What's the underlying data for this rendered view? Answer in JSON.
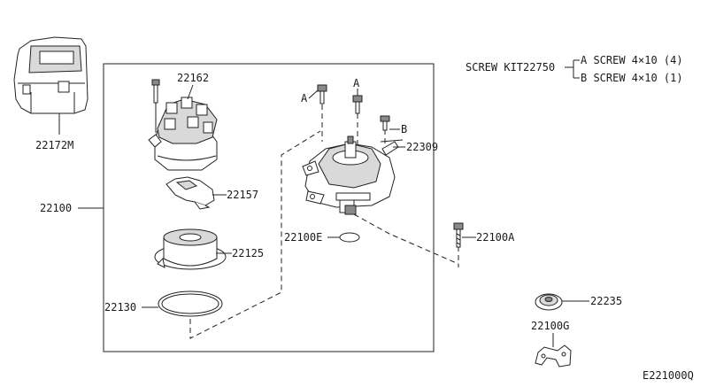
{
  "parts": {
    "p22172M": "22172M",
    "p22100": "22100",
    "p22162": "22162",
    "p22157": "22157",
    "p22125": "22125",
    "p22130": "22130",
    "p22309": "22309",
    "p22100E": "22100E",
    "p22100A": "22100A",
    "p22235": "22235",
    "p22100G": "22100G"
  },
  "screw_kit": {
    "title": "SCREW KIT22750",
    "line_a": "A SCREW 4×10 (4)",
    "line_b": "B SCREW 4×10 (1)",
    "callout_a": "A",
    "callout_a2": "A",
    "callout_b": "B"
  },
  "diagram_code": "E221000Q"
}
